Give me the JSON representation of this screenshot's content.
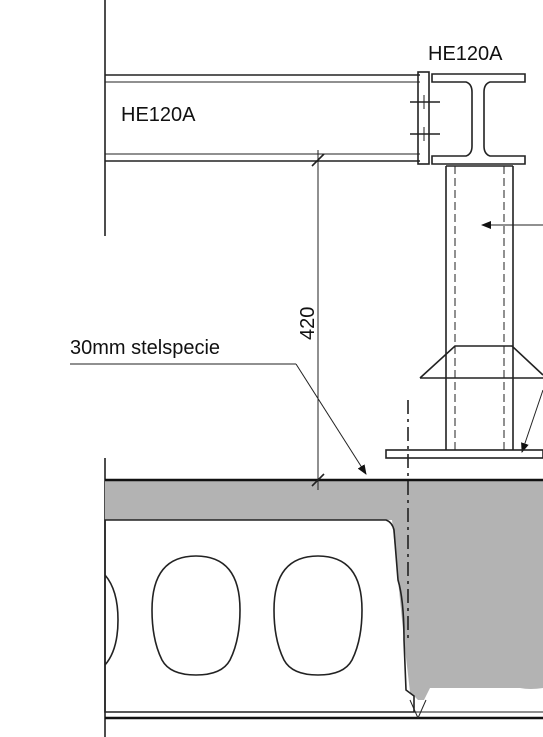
{
  "labels": {
    "beam_left": "HE120A",
    "beam_column_top": "HE120A",
    "dimension_height": "420",
    "grout_note": "30mm stelspecie"
  },
  "colors": {
    "line": "#1a1a1a",
    "concrete_fill": "#b3b3b3",
    "hollowcore_fill": "#e3e3e3",
    "background": "#ffffff"
  }
}
